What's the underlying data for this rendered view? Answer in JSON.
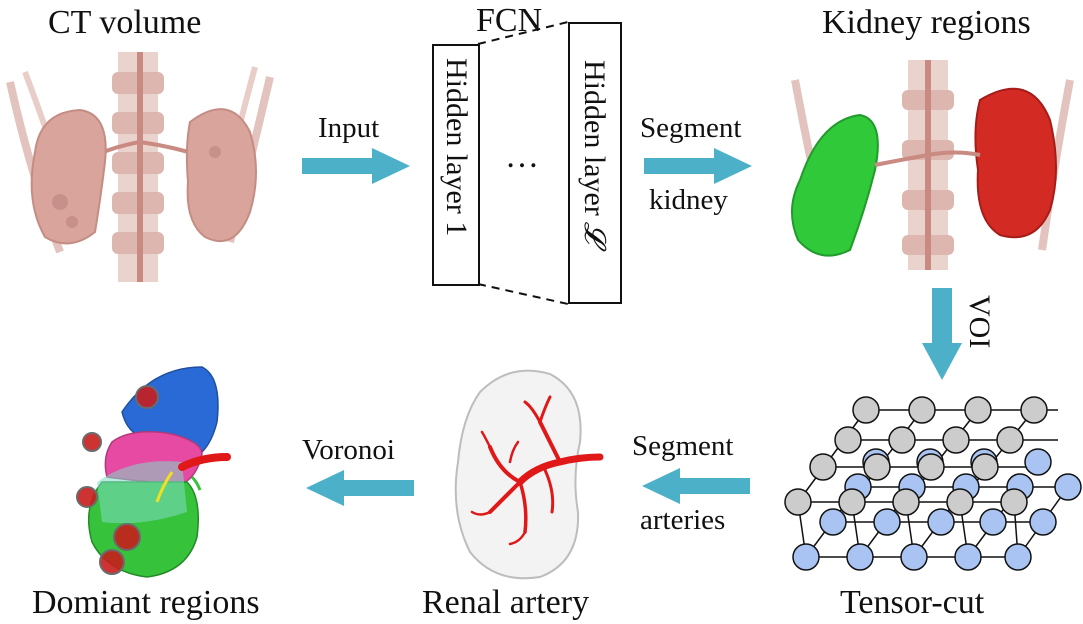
{
  "labels": {
    "ct_volume": "CT volume",
    "fcn": "FCN",
    "kidney_regions": "Kidney regions",
    "input": "Input",
    "segment_kidney_1": "Segment",
    "segment_kidney_2": "kidney",
    "hidden_layer_1": "Hidden layer 1",
    "hidden_layer_l": "Hidden layer",
    "layer_symbol": "𝓛",
    "ellipsis": "…",
    "voi": "VOI",
    "tensor_cut": "Tensor-cut",
    "segment_arteries_1": "Segment",
    "segment_arteries_2": "arteries",
    "renal_artery": "Renal artery",
    "voronoi": "Voronoi",
    "dominant_regions": "Domiant regions"
  },
  "colors": {
    "arrow": "#4bb0c8",
    "kidney_tissue": "#d9a49b",
    "green_kidney": "#2fc93a",
    "red_kidney": "#d42a24",
    "node_gray": "#cccccc",
    "node_blue": "#a9c4f2",
    "artery_red": "#e01818",
    "region_blue": "#2a6ad6",
    "region_pink": "#e64aa2",
    "region_green": "#36c23a"
  }
}
